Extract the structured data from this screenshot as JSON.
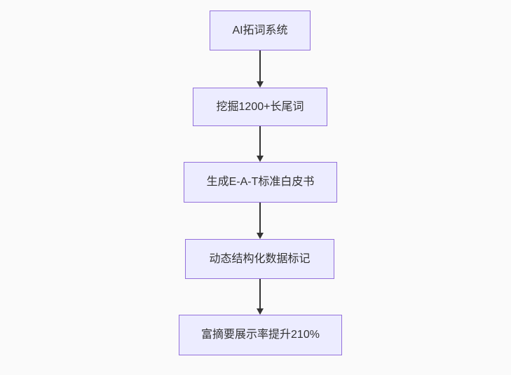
{
  "diagram": {
    "type": "flowchart",
    "direction": "top-down",
    "nodes": [
      {
        "id": "n1",
        "label": "AI拓词系统"
      },
      {
        "id": "n2",
        "label": "挖掘1200+长尾词"
      },
      {
        "id": "n3",
        "label": "生成E-A-T标准白皮书"
      },
      {
        "id": "n4",
        "label": "动态结构化数据标记"
      },
      {
        "id": "n5",
        "label": "富摘要展示率提升210%"
      }
    ],
    "edges": [
      {
        "from": "n1",
        "to": "n2",
        "arrow": "down"
      },
      {
        "from": "n2",
        "to": "n3",
        "arrow": "down"
      },
      {
        "from": "n3",
        "to": "n4",
        "arrow": "down"
      },
      {
        "from": "n4",
        "to": "n5",
        "arrow": "down"
      }
    ],
    "colors": {
      "background": "#fafafa",
      "node_fill": "#ececff",
      "node_border": "#9370db",
      "edge": "#333333",
      "text": "#333333"
    }
  }
}
